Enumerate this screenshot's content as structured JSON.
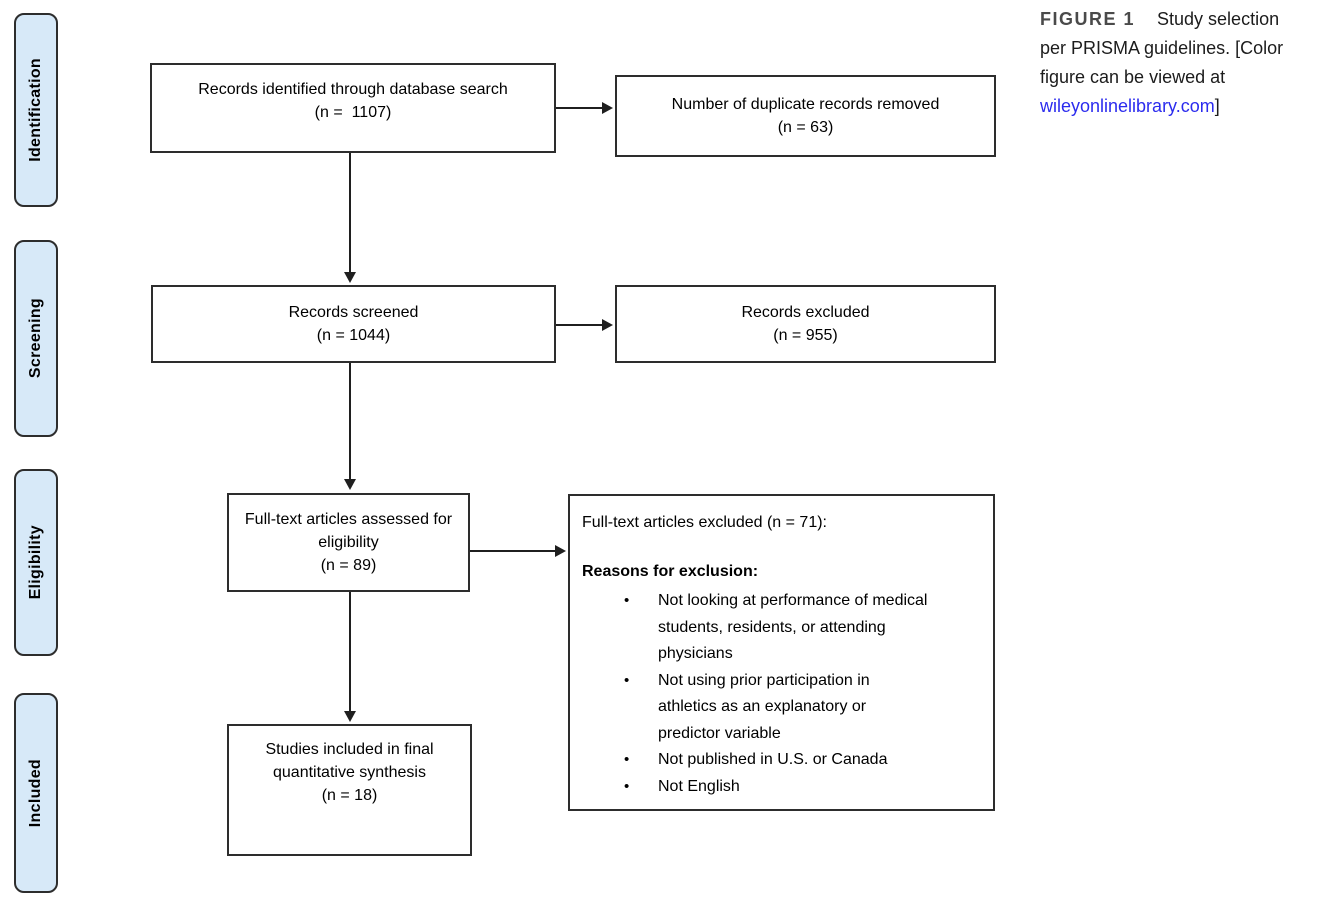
{
  "colors": {
    "stage_fill": "#d7e9f8",
    "box_border": "#2d2d2d",
    "arrow": "#1f1f1f",
    "link": "#2b2bee",
    "figure_label": "#4a4a4a"
  },
  "stages": {
    "identification": "Identification",
    "screening": "Screening",
    "eligibility": "Eligibility",
    "included": "Included"
  },
  "boxes": {
    "identified": {
      "title": "Records identified through database search",
      "n": "(n =  1107)"
    },
    "duplicates_removed": {
      "title": "Number of duplicate records removed",
      "n": "(n = 63)"
    },
    "screened": {
      "title": "Records screened",
      "n": "(n = 1044)"
    },
    "records_excluded": {
      "title": "Records excluded",
      "n": "(n = 955)"
    },
    "fulltext_assessed": {
      "title": "Full-text articles assessed for eligibility",
      "n": "(n = 89)"
    },
    "fulltext_excluded": {
      "title": "Full-text articles excluded (n = 71):",
      "reasons_heading": "Reasons for exclusion:",
      "reasons": [
        "Not looking at performance of medical students, residents, or attending physicians",
        "Not using prior participation in athletics as an explanatory or predictor variable",
        "Not published in U.S. or Canada",
        "Not English"
      ]
    },
    "included_final": {
      "title": "Studies included in final quantitative synthesis",
      "n": "(n = 18)"
    }
  },
  "caption": {
    "label": "FIGURE 1",
    "line1": "Study selection",
    "line2": "per PRISMA guidelines. [Color",
    "line3": "figure can be viewed at",
    "link": "wileyonlinelibrary.com",
    "suffix": "]"
  }
}
